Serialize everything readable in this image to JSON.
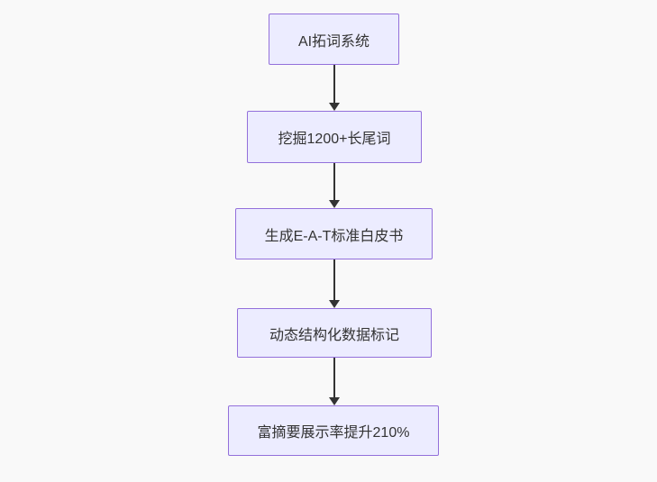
{
  "flowchart": {
    "type": "flowchart",
    "direction": "top-down",
    "nodes": [
      {
        "id": "n1",
        "label": "AI拓词系统"
      },
      {
        "id": "n2",
        "label": "挖掘1200+长尾词"
      },
      {
        "id": "n3",
        "label": "生成E-A-T标准白皮书"
      },
      {
        "id": "n4",
        "label": "动态结构化数据标记"
      },
      {
        "id": "n5",
        "label": "富摘要展示率提升210%"
      }
    ],
    "edges": [
      {
        "from": "n1",
        "to": "n2",
        "style": "arrow"
      },
      {
        "from": "n2",
        "to": "n3",
        "style": "arrow"
      },
      {
        "from": "n3",
        "to": "n4",
        "style": "arrow"
      },
      {
        "from": "n4",
        "to": "n5",
        "style": "arrow"
      }
    ],
    "colors": {
      "background": "#f9f9f9",
      "node_fill": "#ececff",
      "node_border": "#9370db",
      "edge": "#333333",
      "text": "#333333"
    }
  }
}
